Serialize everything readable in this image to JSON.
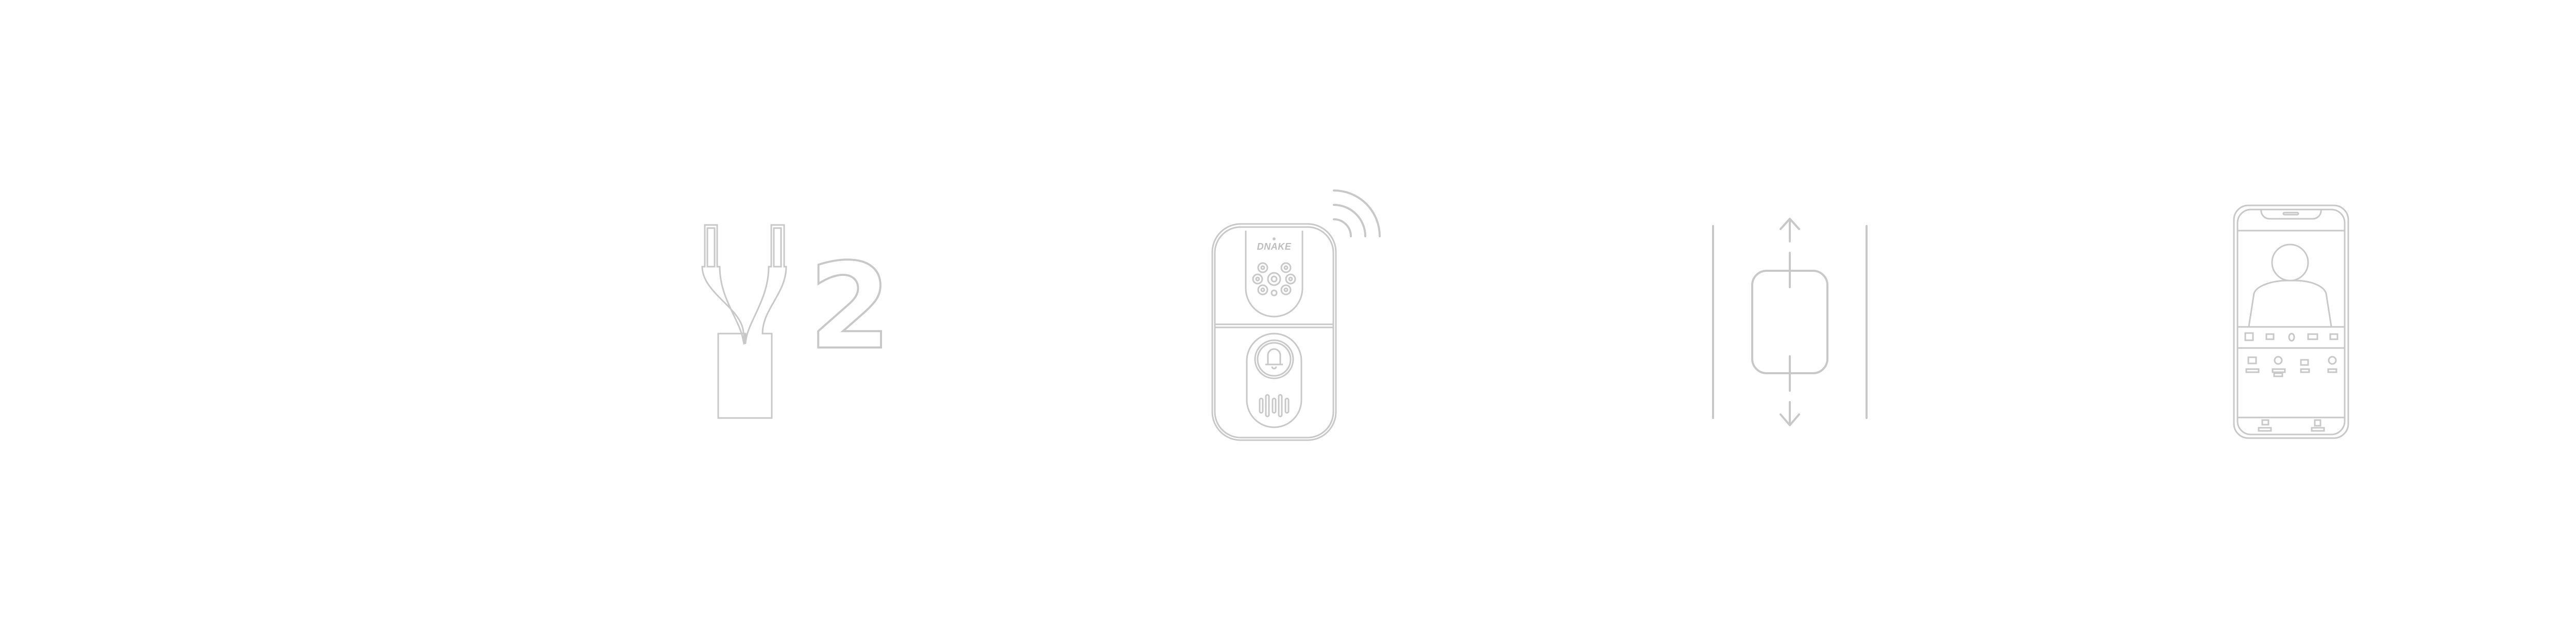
{
  "features": [
    {
      "id": "two-wire",
      "icon": "two-wire-cable-icon",
      "label_number": "2"
    },
    {
      "id": "wireless-doorbell",
      "icon": "video-doorbell-wifi-icon",
      "brand_logo": "DNAKE"
    },
    {
      "id": "slim-size",
      "icon": "vertical-dimension-icon"
    },
    {
      "id": "app-control",
      "icon": "smartphone-video-call-icon"
    }
  ],
  "colors": {
    "background": "#ffffff",
    "stroke": "#efefef"
  }
}
